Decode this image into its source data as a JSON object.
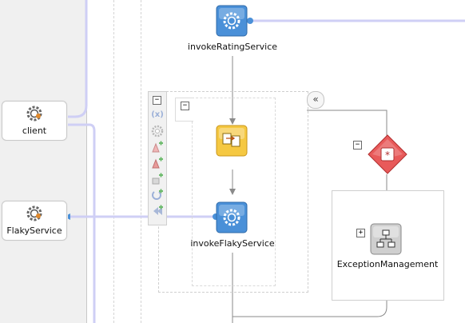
{
  "partners": {
    "client": {
      "label": "client",
      "icon": "gear-icon"
    },
    "flaky": {
      "label": "FlakyService",
      "icon": "gear-icon"
    }
  },
  "activities": {
    "invoke_rating": {
      "label": "invokeRatingService",
      "icon": "gear-icon"
    },
    "assign": {
      "icon": "assign-icon"
    },
    "invoke_flaky": {
      "label": "invokeFlakyService",
      "icon": "gear-icon"
    },
    "exception_management": {
      "label": "ExceptionManagement",
      "icon": "hierarchy-icon"
    },
    "fault_handler": {
      "icon": "catch-all-icon"
    }
  },
  "toolbar": {
    "items": [
      {
        "name": "collapse-minus",
        "icon": "minus-icon"
      },
      {
        "name": "variables",
        "text": "(x)",
        "icon": "variables-icon"
      },
      {
        "name": "correlation",
        "icon": "gear-icon"
      },
      {
        "name": "add-catch",
        "icon": "add-catch-icon"
      },
      {
        "name": "add-catch-all",
        "icon": "add-catch-all-icon"
      },
      {
        "name": "add-compensation",
        "icon": "add-compensation-icon"
      },
      {
        "name": "add-event-handler",
        "icon": "add-event-icon"
      },
      {
        "name": "add-onalarm",
        "icon": "add-alarm-icon"
      }
    ]
  },
  "colors": {
    "wire": "#cfcff5",
    "flow": "#8a8a8a",
    "invoke_fill": "#4a90d8",
    "assign_fill": "#f5c842",
    "fault_fill": "#e85a5a",
    "port": "#4a90d8"
  }
}
